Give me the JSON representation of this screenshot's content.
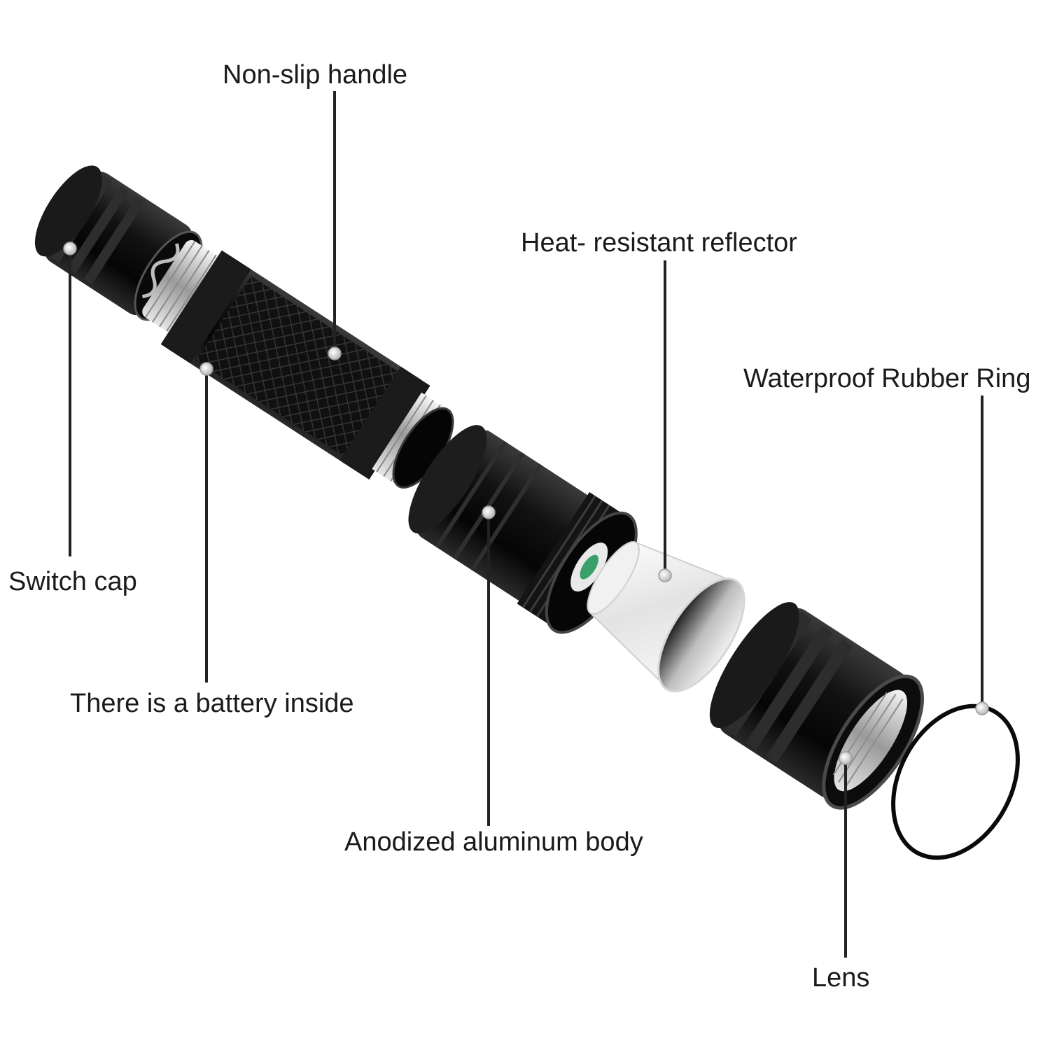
{
  "labels": {
    "non_slip_handle": "Non-slip handle",
    "heat_resistant_reflector": "Heat- resistant reflector",
    "waterproof_rubber_ring": "Waterproof Rubber Ring",
    "switch_cap": "Switch cap",
    "battery_inside": "There is a battery inside",
    "anodized_body": "Anodized aluminum body",
    "lens": "Lens"
  },
  "colors": {
    "background": "#ffffff",
    "metal_black": "#111111",
    "thread_silver": "#c8c8c8",
    "leader_line": "#222222",
    "pointer_dot": "#d8d8d8"
  }
}
